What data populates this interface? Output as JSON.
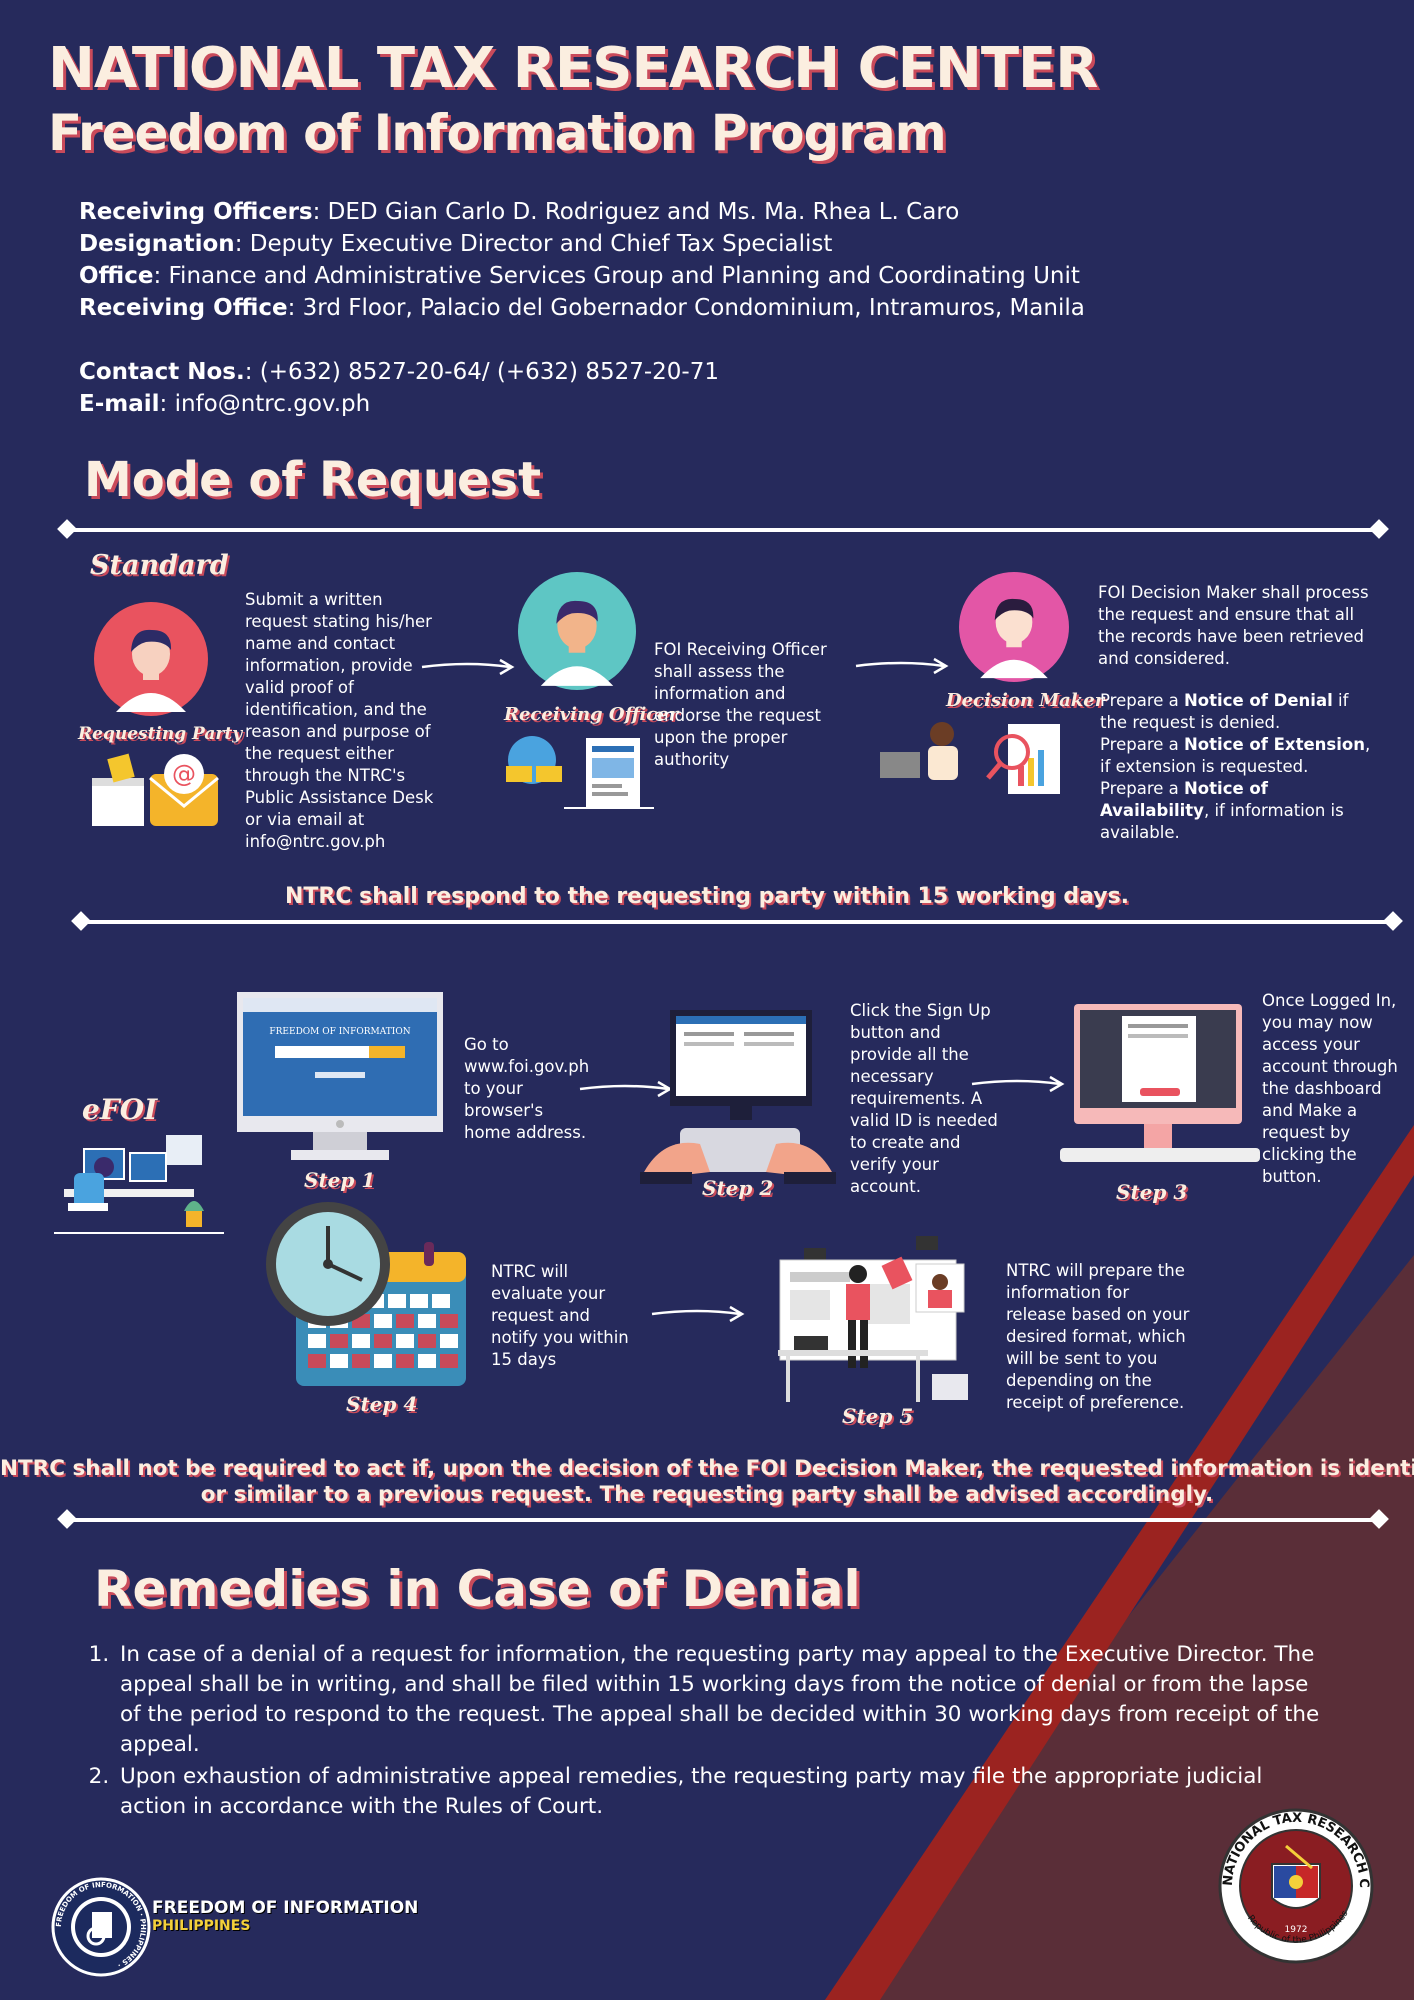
{
  "header": {
    "title_line1": "NATIONAL TAX RESEARCH CENTER",
    "title_line2": "Freedom of  Information Program"
  },
  "info": {
    "officers_label": "Receiving Officers",
    "officers_value": ": DED Gian Carlo D. Rodriguez and Ms. Ma. Rhea L. Caro",
    "designation_label": "Designation",
    "designation_value": ": Deputy Executive Director and Chief Tax Specialist",
    "office_label": "Office",
    "office_value": ": Finance and Administrative Services Group and Planning and Coordinating Unit",
    "receiving_office_label": "Receiving Office",
    "receiving_office_value": ": 3rd Floor, Palacio del Gobernador Condominium, Intramuros, Manila",
    "contact_label": "Contact Nos.",
    "contact_value": ": (+632) 8527-20-64/ (+632) 8527-20-71",
    "email_label": "E-mail",
    "email_value": ": info@ntrc.gov.ph"
  },
  "mode": {
    "heading": "Mode of  Request",
    "standard_label": "Standard",
    "requesting_party_label": "Requesting Party",
    "requesting_party_text": "Submit a written request stating his/her name and contact information, provide valid proof of identification, and the reason and purpose of the request  either through the NTRC's Public Assistance Desk or   via email at info@ntrc.gov.ph",
    "receiving_officer_label": "Receiving Officer",
    "receiving_officer_text": "FOI Receiving Officer shall assess the information and endorse the request upon the proper authority",
    "decision_maker_label": "Decision Maker",
    "decision_maker_text": "FOI Decision Maker shall process the request and ensure that all the records have been retrieved and considered.",
    "prepare": "Prepare a ",
    "denial_bold": "Notice of Denial",
    "denial_rest": " if the request is denied.",
    "extension_bold": "Notice of Extension",
    "extension_rest": ", if extension is requested.",
    "availability_bold": "Notice of Availability",
    "availability_rest": ", if information is available.",
    "banner": "NTRC shall  respond to the requesting party within 15 working days."
  },
  "efoi": {
    "label": "eFOI",
    "step1_label": "Step 1",
    "step1_text": "Go to www.foi.gov.ph to your browser's home address.",
    "step2_label": "Step 2",
    "step2_text": "Click the Sign Up button and provide all the necessary requirements. A valid ID is needed to create and verify your account.",
    "step3_label": "Step 3",
    "step3_text": "Once Logged In, you may now access your account through the dashboard and Make a request by clicking the button.",
    "step4_label": "Step 4",
    "step4_text": "NTRC will evaluate your request and notify you within 15 days",
    "step5_label": "Step 5",
    "step5_text": "NTRC will prepare the information for release based on your desired format, which will be sent to you depending on the receipt of preference.",
    "screen_title": "FREEDOM OF INFORMATION",
    "banner_line1": "NTRC shall not be required to act if, upon the decision of the FOI Decision Maker, the requested information is identical",
    "banner_line2": "or similar to a previous request. The requesting party shall be advised accordingly."
  },
  "remedies": {
    "heading": "Remedies in Case of Denial",
    "item1": "In case of a denial of a request for information, the requesting party may appeal to the Executive Director. The appeal shall be in writing, and shall be filed within 15 working days from the notice of denial or from the lapse of the period to respond to the request. The appeal shall be decided within 30 working days from receipt of the appeal.",
    "item2": "Upon exhaustion of administrative appeal remedies, the requesting party may file the appropriate judicial action in accordance with the Rules of Court."
  },
  "footer": {
    "foi_line1": "FREEDOM OF INFORMATION",
    "foi_line2": "PHILIPPINES",
    "foi_seal_ring": "FREEDOM OF INFORMATION · PHILIPPINES ·",
    "ntrc_seal_ring": "NATIONAL TAX RESEARCH CENTER",
    "ntrc_seal_bottom": "Republic of the Philippines",
    "ntrc_seal_year": "1972"
  },
  "colors": {
    "background": "#262a5c",
    "accent_red": "#9b2a24",
    "title_cream": "#fbeee0",
    "title_shadow": "#c94a5a"
  }
}
